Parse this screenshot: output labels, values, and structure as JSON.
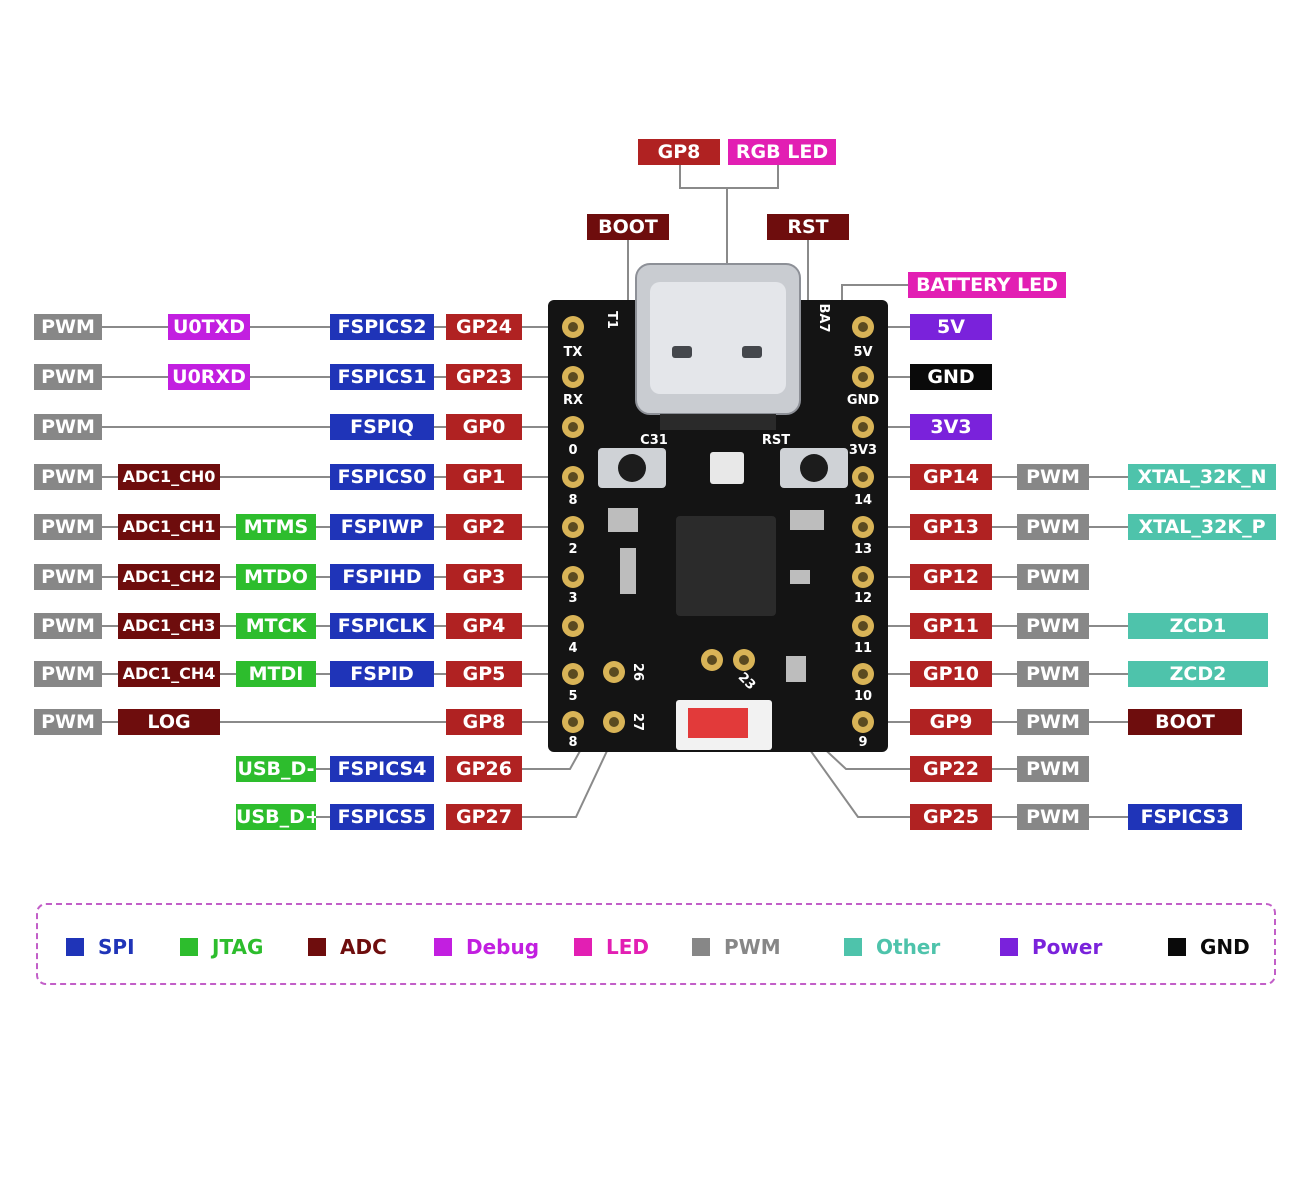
{
  "board": {
    "left_silk": [
      "TX",
      "RX",
      "0",
      "8",
      "2",
      "3",
      "4",
      "5",
      "8"
    ],
    "right_silk": [
      "5V",
      "GND",
      "3V3",
      "14",
      "13",
      "12",
      "11",
      "10",
      "9"
    ],
    "mid_silk": {
      "p26": "26",
      "p27": "27",
      "p23": "23",
      "c31": "C31",
      "rst": "RST",
      "t1": "T1",
      "ba7": "BA7"
    }
  },
  "top_labels": {
    "gp8": "GP8",
    "rgb_led": "RGB LED",
    "boot": "BOOT",
    "rst": "RST",
    "battery_led": "BATTERY LED"
  },
  "left_rows": [
    {
      "pwm": "PWM",
      "debug": "U0TXD",
      "spi": "FSPICS2",
      "gp": "GP24"
    },
    {
      "pwm": "PWM",
      "debug": "U0RXD",
      "spi": "FSPICS1",
      "gp": "GP23"
    },
    {
      "pwm": "PWM",
      "spi": "FSPIQ",
      "gp": "GP0"
    },
    {
      "pwm": "PWM",
      "adc": "ADC1_CH0",
      "spi": "FSPICS0",
      "gp": "GP1"
    },
    {
      "pwm": "PWM",
      "adc": "ADC1_CH1",
      "jtag": "MTMS",
      "spi": "FSPIWP",
      "gp": "GP2"
    },
    {
      "pwm": "PWM",
      "adc": "ADC1_CH2",
      "jtag": "MTDO",
      "spi": "FSPIHD",
      "gp": "GP3"
    },
    {
      "pwm": "PWM",
      "adc": "ADC1_CH3",
      "jtag": "MTCK",
      "spi": "FSPICLK",
      "gp": "GP4"
    },
    {
      "pwm": "PWM",
      "adc": "ADC1_CH4",
      "jtag": "MTDI",
      "spi": "FSPID",
      "gp": "GP5"
    },
    {
      "pwm": "PWM",
      "adc": "LOG",
      "gp": "GP8"
    },
    {
      "jtag": "USB_D-",
      "spi": "FSPICS4",
      "gp": "GP26"
    },
    {
      "jtag": "USB_D+",
      "spi": "FSPICS5",
      "gp": "GP27"
    }
  ],
  "right_rows": [
    {
      "main": "5V",
      "main_color": "power"
    },
    {
      "main": "GND",
      "main_color": "gnd"
    },
    {
      "main": "3V3",
      "main_color": "power"
    },
    {
      "main": "GP14",
      "main_color": "gp",
      "pwm": "PWM",
      "other": "XTAL_32K_N",
      "other_color": "other"
    },
    {
      "main": "GP13",
      "main_color": "gp",
      "pwm": "PWM",
      "other": "XTAL_32K_P",
      "other_color": "other"
    },
    {
      "main": "GP12",
      "main_color": "gp",
      "pwm": "PWM"
    },
    {
      "main": "GP11",
      "main_color": "gp",
      "pwm": "PWM",
      "other": "ZCD1",
      "other_color": "other"
    },
    {
      "main": "GP10",
      "main_color": "gp",
      "pwm": "PWM",
      "other": "ZCD2",
      "other_color": "other"
    },
    {
      "main": "GP9",
      "main_color": "gp",
      "pwm": "PWM",
      "other": "BOOT",
      "other_color": "adc"
    },
    {
      "main": "GP22",
      "main_color": "gp",
      "pwm": "PWM"
    },
    {
      "main": "GP25",
      "main_color": "gp",
      "pwm": "PWM",
      "other": "FSPICS3",
      "other_color": "spi"
    }
  ],
  "legend": [
    {
      "label": "SPI",
      "color": "#1f34b8"
    },
    {
      "label": "JTAG",
      "color": "#2dbd2d"
    },
    {
      "label": "ADC",
      "color": "#6e0d0d"
    },
    {
      "label": "Debug",
      "color": "#c21fe0"
    },
    {
      "label": "LED",
      "color": "#e21fb3"
    },
    {
      "label": "PWM",
      "color": "#878787"
    },
    {
      "label": "Other",
      "color": "#4ec3ab"
    },
    {
      "label": "Power",
      "color": "#7a22db"
    },
    {
      "label": "GND",
      "color": "#0a0a0a"
    }
  ],
  "colors": {
    "spi": "#1f34b8",
    "jtag": "#2dbd2d",
    "adc": "#6e0d0d",
    "debug": "#c21fe0",
    "led": "#e21fb3",
    "pwm": "#878787",
    "other": "#4ec3ab",
    "power": "#7a22db",
    "gnd": "#0a0a0a",
    "gp": "#b02222",
    "board": "#141414",
    "pad": "#d9b457"
  }
}
